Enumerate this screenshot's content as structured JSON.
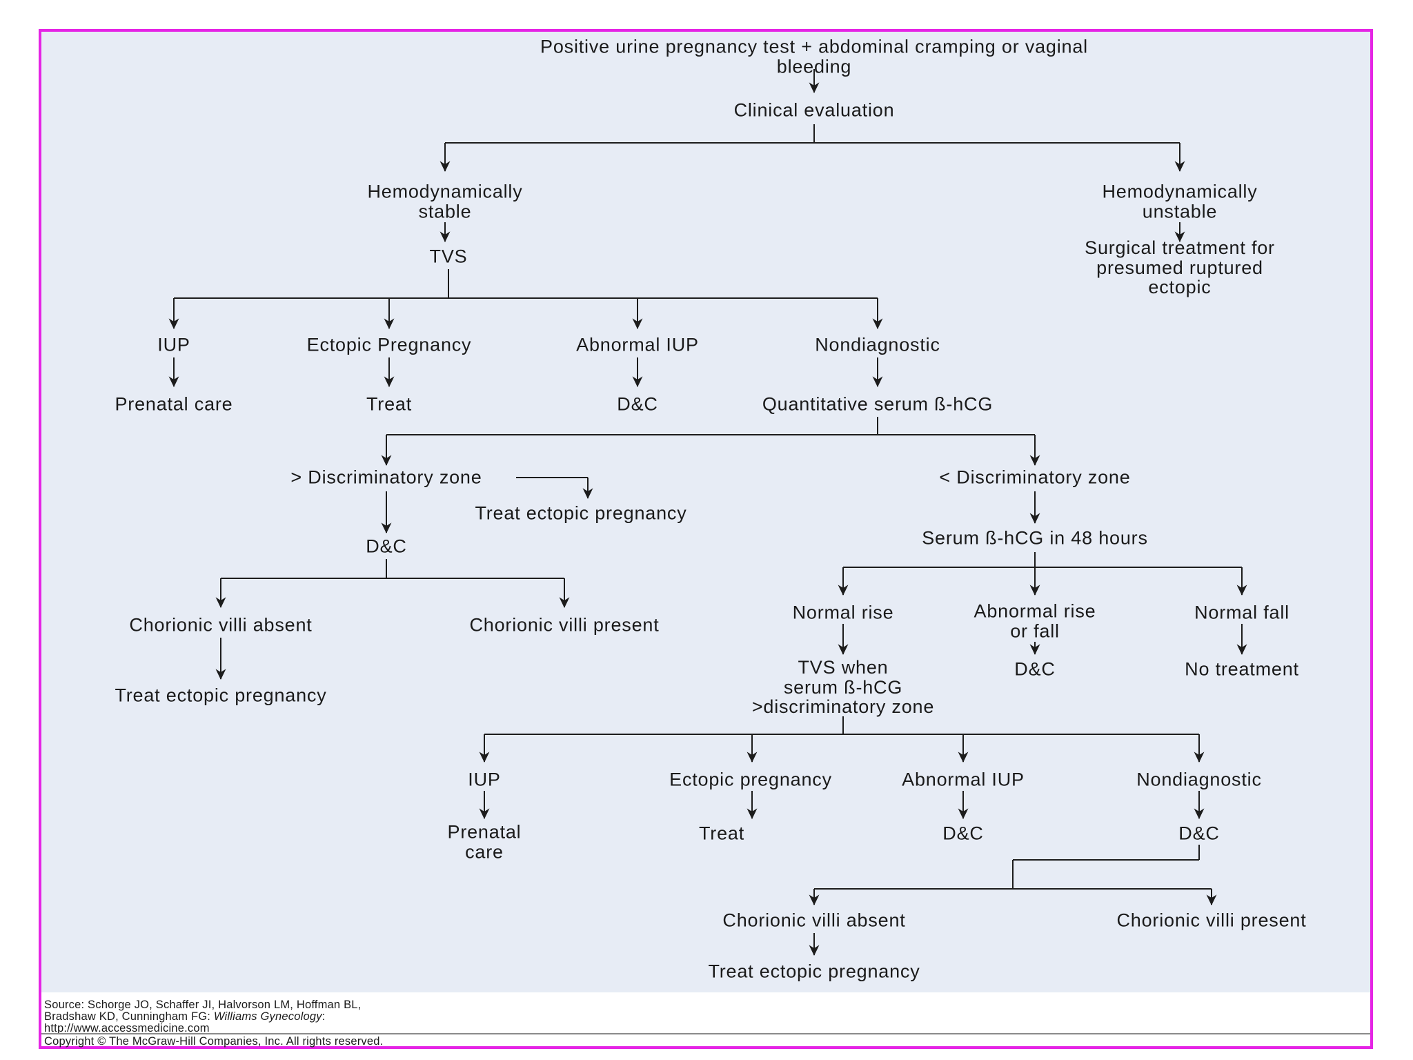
{
  "figure": {
    "colors": {
      "frame_border": "#e524e5",
      "panel_background": "#e7ecf5",
      "line": "#1c1c1c",
      "text": "#1a1a1a"
    },
    "nodes": {
      "start": "Positive urine pregnancy test + abdominal cramping or vaginal bleeding",
      "clinical_evaluation": "Clinical evaluation",
      "hemodynamically_stable": "Hemodynamically\nstable",
      "hemodynamically_unstable": "Hemodynamically\nunstable",
      "tvs": "TVS",
      "surgical_treatment": "Surgical treatment for\npresumed ruptured ectopic",
      "iup_1": "IUP",
      "ectopic_pregnancy_1": "Ectopic Pregnancy",
      "abnormal_iup_1": "Abnormal IUP",
      "nondiagnostic_1": "Nondiagnostic",
      "prenatal_care_1": "Prenatal care",
      "treat_1": "Treat",
      "dc_1": "D&C",
      "quantitative_serum_bhcg": "Quantitative serum ß-hCG",
      "gt_discriminatory_zone": "> Discriminatory zone",
      "treat_ectopic_side": "Treat ectopic pregnancy",
      "dc_2": "D&C",
      "chorionic_villi_absent_1": "Chorionic villi absent",
      "chorionic_villi_present_1": "Chorionic villi present",
      "treat_ectopic_1": "Treat ectopic pregnancy",
      "lt_discriminatory_zone": "< Discriminatory zone",
      "serum_bhcg_48h": "Serum ß-hCG in 48 hours",
      "normal_rise": "Normal rise",
      "abnormal_rise_or_fall": "Abnormal rise\nor fall",
      "normal_fall": "Normal fall",
      "tvs_when": "TVS when\nserum ß-hCG\n>discriminatory zone",
      "dc_3": "D&C",
      "no_treatment": "No treatment",
      "iup_2": "IUP",
      "ectopic_pregnancy_2": "Ectopic pregnancy",
      "abnormal_iup_2": "Abnormal IUP",
      "nondiagnostic_2": "Nondiagnostic",
      "prenatal_care_2": "Prenatal\ncare",
      "treat_2": "Treat",
      "dc_4": "D&C",
      "dc_5": "D&C",
      "chorionic_villi_absent_2": "Chorionic villi absent",
      "chorionic_villi_present_2": "Chorionic villi present",
      "treat_ectopic_2": "Treat ectopic pregnancy"
    },
    "source": {
      "line1": "Source: Schorge JO, Schaffer JI, Halvorson LM, Hoffman BL,",
      "line2_prefix": "Bradshaw KD, Cunningham FG: ",
      "line2_italic": "Williams Gynecology",
      "line2_suffix": ":",
      "line3": "http://www.accessmedicine.com",
      "copyright": "Copyright © The McGraw-Hill Companies, Inc. All rights reserved."
    }
  }
}
